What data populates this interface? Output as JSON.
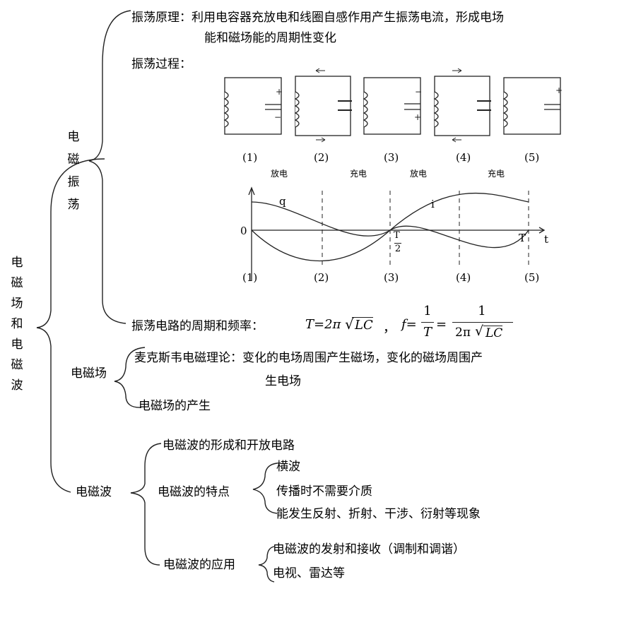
{
  "root": {
    "chars": [
      "电",
      "磁",
      "场",
      "和",
      "电",
      "磁",
      "波"
    ]
  },
  "osc": {
    "chars": [
      "电",
      "磁",
      "振",
      "荡"
    ],
    "principle_line1": "振荡原理：利用电容器充放电和线圈自感作用产生振荡电流，形成电场",
    "principle_line2": "能和磁场能的周期性变化",
    "process_label": "振荡过程：",
    "stages": [
      "(1)",
      "(2)",
      "(3)",
      "(4)",
      "(5)"
    ],
    "phases": [
      "放电",
      "充电",
      "放电",
      "充电"
    ],
    "graph": {
      "origin": "0",
      "q": "q",
      "i": "i",
      "t": "t",
      "T": "T",
      "half_num": "T",
      "half_den": "2",
      "stages": [
        "(1)",
        "(2)",
        "(3)",
        "(4)",
        "(5)"
      ]
    },
    "period_label": "振荡电路的周期和频率：",
    "formula": {
      "T_eq": "T=2π",
      "LC": "LC",
      "comma": "，",
      "f_eq": "f=",
      "one": "1",
      "T": "T",
      "eq": "=",
      "two_pi": "2π"
    }
  },
  "field": {
    "label": "电磁场",
    "maxwell_line1": "麦克斯韦电磁理论：变化的电场周围产生磁场，变化的磁场周围产",
    "maxwell_line2": "生电场",
    "generation": "电磁场的产生"
  },
  "wave": {
    "label": "电磁波",
    "formation": "电磁波的形成和开放电路",
    "features_label": "电磁波的特点",
    "features": [
      "横波",
      "传播时不需要介质",
      "能发生反射、折射、干涉、衍射等现象"
    ],
    "applications_label": "电磁波的应用",
    "applications": [
      "电磁波的发射和接收（调制和调谐）",
      "电视、雷达等"
    ]
  }
}
